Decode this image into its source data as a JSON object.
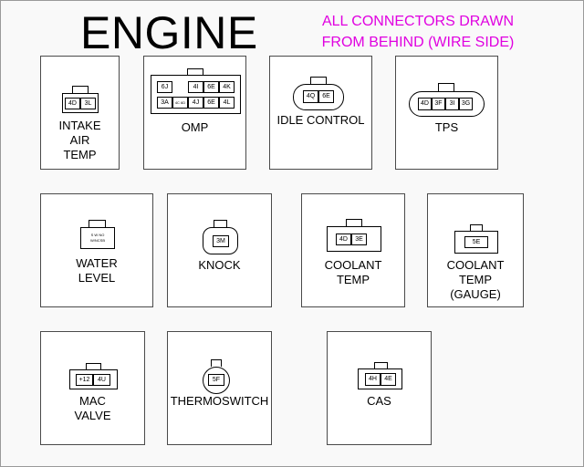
{
  "header": {
    "title": "ENGINE",
    "note_line1": "ALL CONNECTORS DRAWN",
    "note_line2": "FROM BEHIND (WIRE SIDE)"
  },
  "colors": {
    "note": "#e000e0",
    "outline": "#000000",
    "panel_bg": "#ffffff"
  },
  "connectors": {
    "intake_air_temp": {
      "label": [
        "INTAKE",
        "AIR",
        "TEMP"
      ],
      "pins": [
        "4D",
        "3L"
      ]
    },
    "omp": {
      "label": [
        "OMP"
      ],
      "row1": [
        "6J",
        "",
        "4I",
        "6E",
        "4K"
      ],
      "row2": [
        "3A",
        "4C 6D",
        "4J",
        "6E",
        "4L"
      ]
    },
    "idle_control": {
      "label": [
        "IDLE CONTROL"
      ],
      "pins": [
        "4Q",
        "6E"
      ]
    },
    "tps": {
      "label": [
        "TPS"
      ],
      "pins": [
        "4D",
        "3F",
        "3I",
        "3G"
      ]
    },
    "water_level": {
      "label": [
        "WATER",
        "LEVEL"
      ],
      "pins": [
        "S W NO",
        "W/NCSB"
      ]
    },
    "knock": {
      "label": [
        "KNOCK"
      ],
      "pins": [
        "3M"
      ]
    },
    "coolant_temp": {
      "label": [
        "COOLANT",
        "TEMP"
      ],
      "pins": [
        "4D",
        "3E"
      ]
    },
    "coolant_temp_gauge": {
      "label": [
        "COOLANT",
        "TEMP",
        "(GAUGE)"
      ],
      "pins": [
        "5E"
      ]
    },
    "mac_valve": {
      "label": [
        "MAC",
        "VALVE"
      ],
      "pins": [
        "+12",
        "4U"
      ]
    },
    "thermoswitch": {
      "label": [
        "THERMOSWITCH"
      ],
      "pins": [
        "5F"
      ]
    },
    "cas": {
      "label": [
        "CAS"
      ],
      "pins": [
        "4H",
        "4E"
      ]
    }
  }
}
